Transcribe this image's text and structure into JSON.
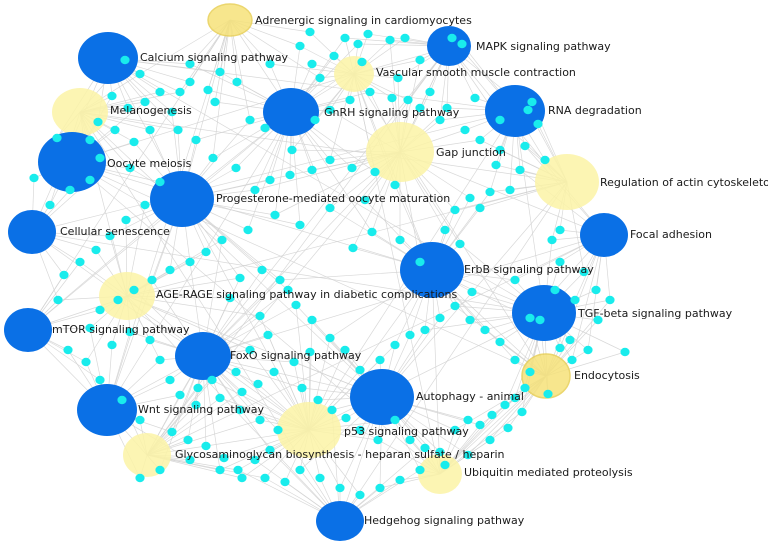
{
  "colors": {
    "significant_pathway": "#0a70e6",
    "other_pathway": "#fbf3a6",
    "other_pathway_strong": "#f6e27a",
    "other_pathway_edge": "#e8cf55",
    "gene": "#19ecec",
    "edge": "#d2d2d2"
  },
  "pathways": [
    {
      "label": "Adrenergic signaling in cardiomyocytes",
      "kind": "other_strong"
    },
    {
      "label": "Calcium signaling pathway",
      "kind": "significant"
    },
    {
      "label": "MAPK signaling pathway",
      "kind": "significant"
    },
    {
      "label": "Vascular smooth muscle contraction",
      "kind": "other"
    },
    {
      "label": "Melanogenesis",
      "kind": "other"
    },
    {
      "label": "GnRH signaling pathway",
      "kind": "significant"
    },
    {
      "label": "RNA degradation",
      "kind": "significant"
    },
    {
      "label": "Gap junction",
      "kind": "other"
    },
    {
      "label": "Oocyte meiosis",
      "kind": "significant"
    },
    {
      "label": "Regulation of actin cytoskeleton",
      "kind": "other"
    },
    {
      "label": "Progesterone-mediated oocyte maturation",
      "kind": "significant"
    },
    {
      "label": "Cellular senescence",
      "kind": "significant"
    },
    {
      "label": "Focal adhesion",
      "kind": "significant"
    },
    {
      "label": "ErbB signaling pathway",
      "kind": "significant"
    },
    {
      "label": "AGE-RAGE signaling pathway in diabetic complications",
      "kind": "other"
    },
    {
      "label": "mTOR signaling pathway",
      "kind": "significant"
    },
    {
      "label": "TGF-beta signaling pathway",
      "kind": "significant"
    },
    {
      "label": "FoxO signaling pathway",
      "kind": "significant"
    },
    {
      "label": "Endocytosis",
      "kind": "other_strong"
    },
    {
      "label": "Autophagy - animal",
      "kind": "significant"
    },
    {
      "label": "Wnt signaling pathway",
      "kind": "significant"
    },
    {
      "label": "p53 signaling pathway",
      "kind": "other"
    },
    {
      "label": "Glycosaminoglycan biosynthesis - heparan sulfate / heparin",
      "kind": "other"
    },
    {
      "label": "Ubiquitin mediated proteolysis",
      "kind": "other"
    },
    {
      "label": "Hedgehog signaling pathway",
      "kind": "significant"
    }
  ]
}
